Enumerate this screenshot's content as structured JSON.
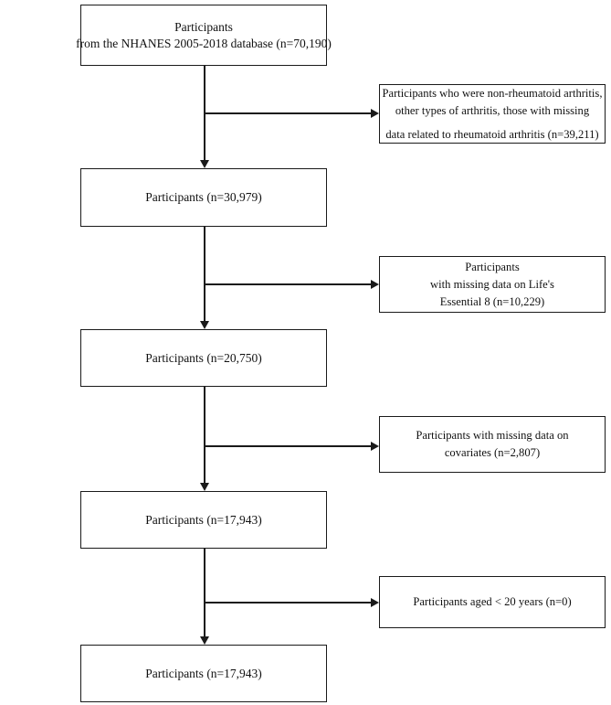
{
  "figure": {
    "type": "flowchart",
    "orientation": "vertical",
    "description": "Participant selection flow diagram"
  },
  "main_boxes": [
    {
      "id": "enrolled",
      "lines": [
        "Participants",
        "from the NHANES 2005-2018 database (n=70,190)"
      ]
    },
    {
      "id": "after-arthritis-exclusion",
      "lines": [
        "Participants (n=30,979)"
      ]
    },
    {
      "id": "after-le8-exclusion",
      "lines": [
        "Participants (n=20,750)"
      ]
    },
    {
      "id": "after-covariate-exclusion",
      "lines": [
        "Participants (n=17,943)"
      ]
    },
    {
      "id": "final-sample",
      "lines": [
        "Participants (n=17,943)"
      ]
    }
  ],
  "exclusion_boxes": [
    {
      "id": "excluded-arthritis",
      "lines": [
        "Participants who were non-rheumatoid arthritis,",
        "other types of arthritis, those with missing",
        "data related to rheumatoid arthritis (n=39,211)"
      ]
    },
    {
      "id": "excluded-le8",
      "lines": [
        "Participants",
        "with missing data on Life's",
        "Essential 8 (n=10,229)"
      ]
    },
    {
      "id": "excluded-covariates",
      "lines": [
        "Participants with missing data on",
        "covariates (n=2,807)"
      ]
    },
    {
      "id": "excluded-age",
      "lines": [
        "Participants aged < 20 years (n=0)"
      ]
    }
  ],
  "colors": {
    "stroke": "#1a1a1a",
    "background": "#ffffff",
    "text": "#111111"
  }
}
